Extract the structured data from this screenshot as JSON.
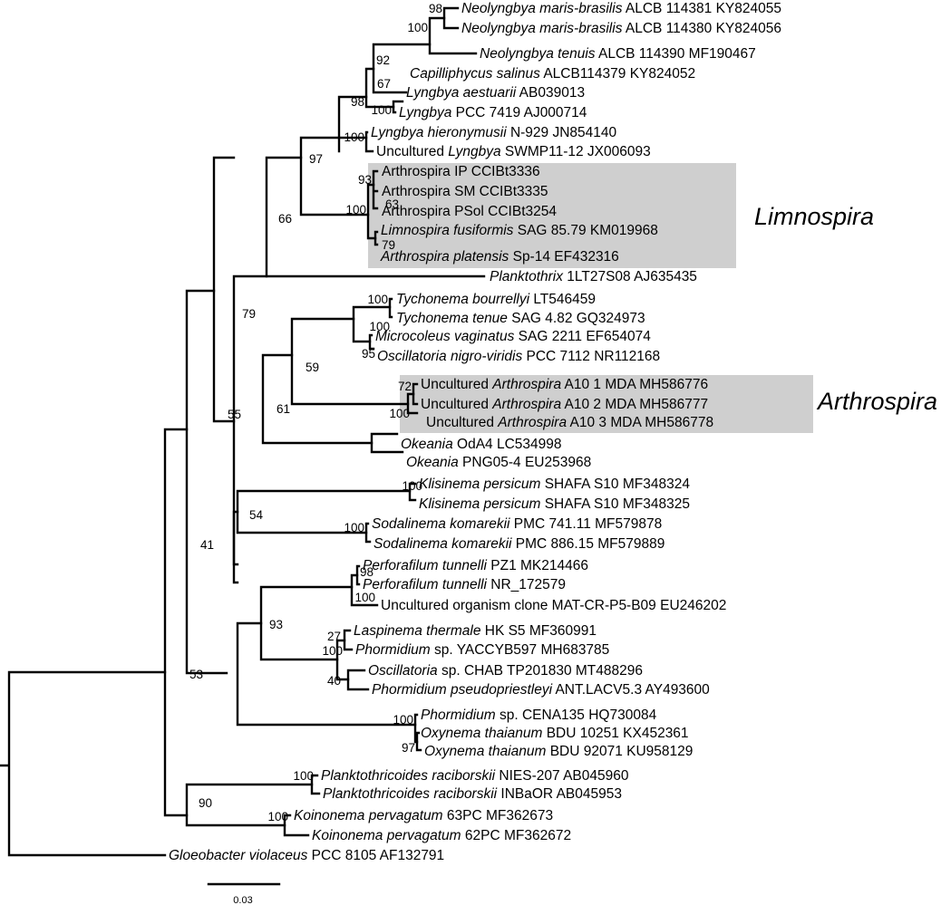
{
  "taxa": {
    "t01": [
      {
        "t": "Neolyngbya maris-brasilis",
        "i": 1
      },
      {
        "t": " ALCB 114381 KY824055"
      }
    ],
    "t02": [
      {
        "t": "Neolyngbya maris-brasilis",
        "i": 1
      },
      {
        "t": " ALCB 114380 KY824056"
      }
    ],
    "t03": [
      {
        "t": "Neolyngbya tenuis",
        "i": 1
      },
      {
        "t": " ALCB 114390 MF190467"
      }
    ],
    "t04": [
      {
        "t": "Capilliphycus salinus",
        "i": 1
      },
      {
        "t": " ALCB114379 KY824052"
      }
    ],
    "t05": [
      {
        "t": "Lyngbya aestuarii",
        "i": 1
      },
      {
        "t": " AB039013"
      }
    ],
    "t06": [
      {
        "t": "Lyngbya",
        "i": 1
      },
      {
        "t": " PCC 7419 AJ000714"
      }
    ],
    "t07": [
      {
        "t": "Lyngbya hieronymusii",
        "i": 1
      },
      {
        "t": " N-929 JN854140"
      }
    ],
    "t08": [
      {
        "t": "Uncultured "
      },
      {
        "t": "Lyngbya",
        "i": 1
      },
      {
        "t": " SWMP11-12 JX006093"
      }
    ],
    "t09": [
      {
        "t": "Arthrospira IP CCIBt3336"
      }
    ],
    "t10": [
      {
        "t": "Arthrospira SM CCIBt3335"
      }
    ],
    "t11": [
      {
        "t": "Arthrospira PSol CCIBt3254"
      }
    ],
    "t12": [
      {
        "t": "Limnospira fusiformis",
        "i": 1
      },
      {
        "t": " SAG 85.79 KM019968"
      }
    ],
    "t13": [
      {
        "t": "Arthrospira platensis",
        "i": 1
      },
      {
        "t": " Sp-14 EF432316"
      }
    ],
    "t14": [
      {
        "t": "Planktothrix",
        "i": 1
      },
      {
        "t": " 1LT27S08 AJ635435"
      }
    ],
    "t15": [
      {
        "t": "Tychonema bourrellyi",
        "i": 1
      },
      {
        "t": " LT546459"
      }
    ],
    "t16": [
      {
        "t": "Tychonema tenue",
        "i": 1
      },
      {
        "t": " SAG 4.82 GQ324973"
      }
    ],
    "t17": [
      {
        "t": "Microcoleus vaginatus",
        "i": 1
      },
      {
        "t": " SAG 2211 EF654074"
      }
    ],
    "t18": [
      {
        "t": "Oscillatoria nigro-viridis",
        "i": 1
      },
      {
        "t": " PCC 7112 NR112168"
      }
    ],
    "t19": [
      {
        "t": "Uncultured "
      },
      {
        "t": "Arthrospira",
        "i": 1
      },
      {
        "t": " A10 1 MDA MH586776"
      }
    ],
    "t20": [
      {
        "t": "Uncultured "
      },
      {
        "t": "Arthrospira",
        "i": 1
      },
      {
        "t": " A10 2 MDA MH586777"
      }
    ],
    "t21": [
      {
        "t": "Uncultured "
      },
      {
        "t": "Arthrospira",
        "i": 1
      },
      {
        "t": " A10 3 MDA MH586778"
      }
    ],
    "t22": [
      {
        "t": "Okeania",
        "i": 1
      },
      {
        "t": " OdA4 LC534998"
      }
    ],
    "t23": [
      {
        "t": "Okeania",
        "i": 1
      },
      {
        "t": " PNG05-4 EU253968"
      }
    ],
    "t24": [
      {
        "t": "Klisinema persicum",
        "i": 1
      },
      {
        "t": " SHAFA S10 MF348324"
      }
    ],
    "t25": [
      {
        "t": "Klisinema persicum",
        "i": 1
      },
      {
        "t": " SHAFA S10 MF348325"
      }
    ],
    "t26": [
      {
        "t": "Sodalinema komarekii",
        "i": 1
      },
      {
        "t": " PMC 741.11 MF579878"
      }
    ],
    "t27": [
      {
        "t": "Sodalinema komarekii",
        "i": 1
      },
      {
        "t": " PMC 886.15  MF579889"
      }
    ],
    "t28": [
      {
        "t": "Perforafilum tunnelli",
        "i": 1
      },
      {
        "t": " PZ1 MK214466"
      }
    ],
    "t29": [
      {
        "t": "Perforafilum tunnelli",
        "i": 1
      },
      {
        "t": " NR_172579"
      }
    ],
    "t30": [
      {
        "t": "Uncultured organism clone MAT-CR-P5-B09 EU246202"
      }
    ],
    "t31": [
      {
        "t": "Laspinema thermale",
        "i": 1
      },
      {
        "t": " HK S5 MF360991"
      }
    ],
    "t32": [
      {
        "t": "Phormidium",
        "i": 1
      },
      {
        "t": " sp. YACCYB597 MH683785"
      }
    ],
    "t33": [
      {
        "t": "Oscillatoria",
        "i": 1
      },
      {
        "t": " sp. CHAB TP201830 MT488296"
      }
    ],
    "t34": [
      {
        "t": "Phormidium pseudopriestleyi",
        "i": 1
      },
      {
        "t": " ANT.LACV5.3 AY493600"
      }
    ],
    "t35": [
      {
        "t": "Phormidium",
        "i": 1
      },
      {
        "t": " sp. CENA135 HQ730084"
      }
    ],
    "t36": [
      {
        "t": "Oxynema thaianum",
        "i": 1
      },
      {
        "t": " BDU 10251 KX452361"
      }
    ],
    "t37": [
      {
        "t": "Oxynema thaianum",
        "i": 1
      },
      {
        "t": " BDU 92071 KU958129"
      }
    ],
    "t38": [
      {
        "t": "Planktothricoides raciborskii",
        "i": 1
      },
      {
        "t": " NIES-207 AB045960"
      }
    ],
    "t39": [
      {
        "t": "Planktothricoides raciborskii",
        "i": 1
      },
      {
        "t": " INBaOR AB045953"
      }
    ],
    "t40": [
      {
        "t": "Koinonema pervagatum",
        "i": 1
      },
      {
        "t": " 63PC MF362673"
      }
    ],
    "t41": [
      {
        "t": "Koinonema pervagatum",
        "i": 1
      },
      {
        "t": " 62PC MF362672"
      }
    ],
    "t42": [
      {
        "t": "Gloeobacter violaceus",
        "i": 1
      },
      {
        "t": " PCC 8105 AF132791"
      }
    ]
  },
  "support": {
    "s98a": "98",
    "s100a": "100",
    "s92": "92",
    "s67": "67",
    "s98b": "98",
    "s100b": "100",
    "s100c": "100",
    "s97": "97",
    "s93a": "93",
    "s63": "63",
    "s100d": "100",
    "s79a": "79",
    "s66": "66",
    "s100e": "100",
    "s100f": "100",
    "s95": "95",
    "s59": "59",
    "s72": "72",
    "s100g": "100",
    "s61": "61",
    "s79b": "79",
    "s55": "55",
    "s100h": "100",
    "s54": "54",
    "s100i": "100",
    "s98c": "98",
    "s100j": "100",
    "s27": "27",
    "s100k": "100",
    "s40": "40",
    "s93b": "93",
    "s53": "53",
    "s100l": "100",
    "s97b": "97",
    "s41": "41",
    "s100m": "100",
    "s100n": "100",
    "s90": "90"
  },
  "clades": {
    "limnospira": "Limnospira",
    "arthrospira": "Arthrospira"
  },
  "highlight_color": "#cfcfcf",
  "scale_bar": {
    "label": "0.03"
  }
}
